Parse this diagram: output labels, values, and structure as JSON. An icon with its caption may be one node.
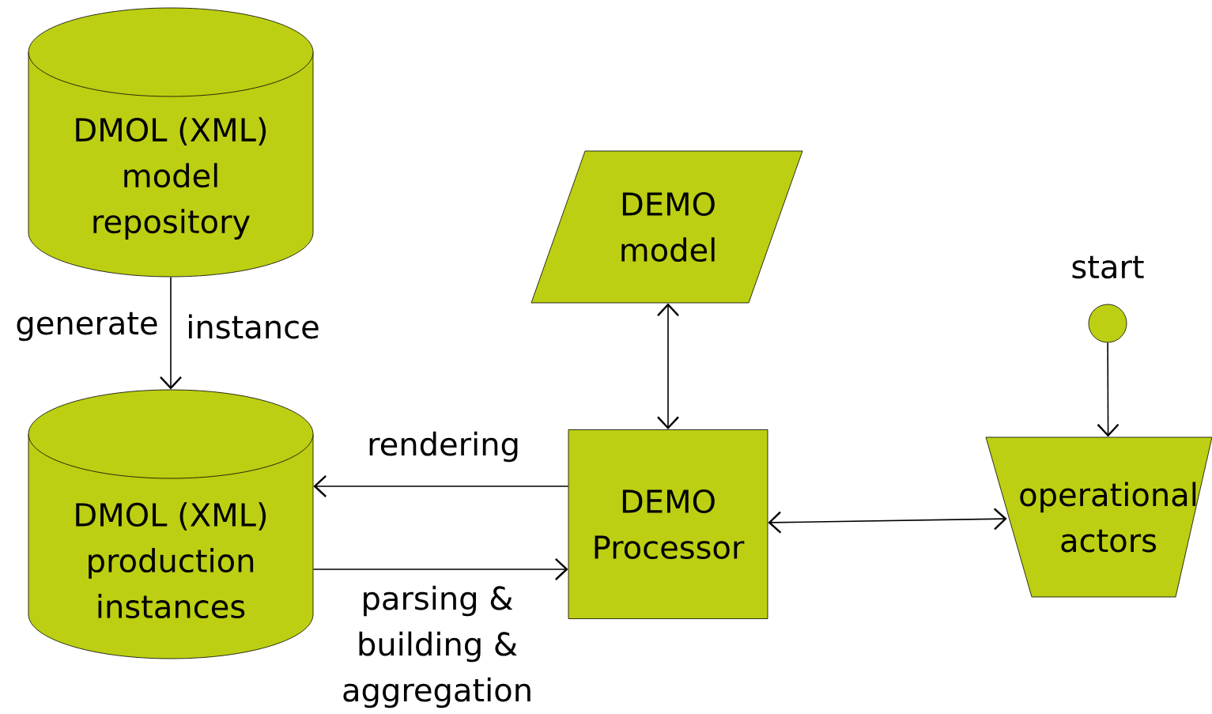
{
  "diagram": {
    "nodes": [
      {
        "text": [
          "DMOL (XML) model repository"
        ]
      },
      {
        "text": [
          "DMOL (XML) production instances"
        ]
      },
      {
        "text": [
          "DEMO model"
        ]
      },
      {
        "text": [
          "DEMO Processor"
        ]
      },
      {
        "text": [],
        "shape": "circle",
        "beside": [
          "start"
        ]
      },
      {
        "text": [
          "operational actors"
        ]
      }
    ],
    "edges": [
      {
        "from": 0,
        "to": 1,
        "arrow": "to"
      },
      {
        "from": 3,
        "to": 1,
        "arrow": "to",
        "label": "rendering"
      },
      {
        "from": 1,
        "to": 3,
        "arrow": "to",
        "label": "parsing & building & aggregation"
      },
      {
        "from": 2,
        "to": 3,
        "arrow": "both"
      },
      {
        "from": 4,
        "to": 5,
        "arrow": "to"
      },
      {
        "from": 3,
        "to": 5,
        "arrow": "both"
      }
    ],
    "labels": [
      "generate",
      "instance"
    ]
  }
}
